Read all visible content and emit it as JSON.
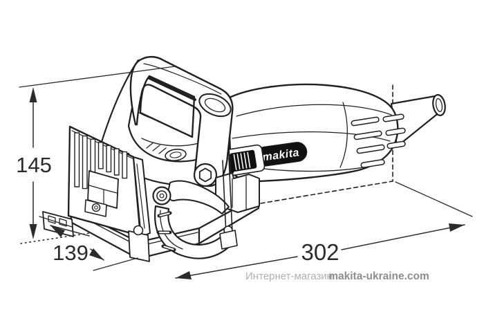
{
  "drawing": {
    "type": "technical-dimension-diagram",
    "brand_logo": "makita",
    "dimensions": {
      "height_label": "145",
      "depth_label": "139",
      "length_label": "302"
    }
  },
  "watermark": {
    "prefix": "Интернет-магазин",
    "domain": "makita-ukraine.com"
  },
  "colors": {
    "ink": "#231f20",
    "dimension_ink": "#2b2b2b",
    "watermark_prefix": "#b0b0b0",
    "watermark_domain": "#8d8d8d",
    "paper": "#ffffff",
    "logo_background": "#111111",
    "logo_text": "#ffffff"
  }
}
